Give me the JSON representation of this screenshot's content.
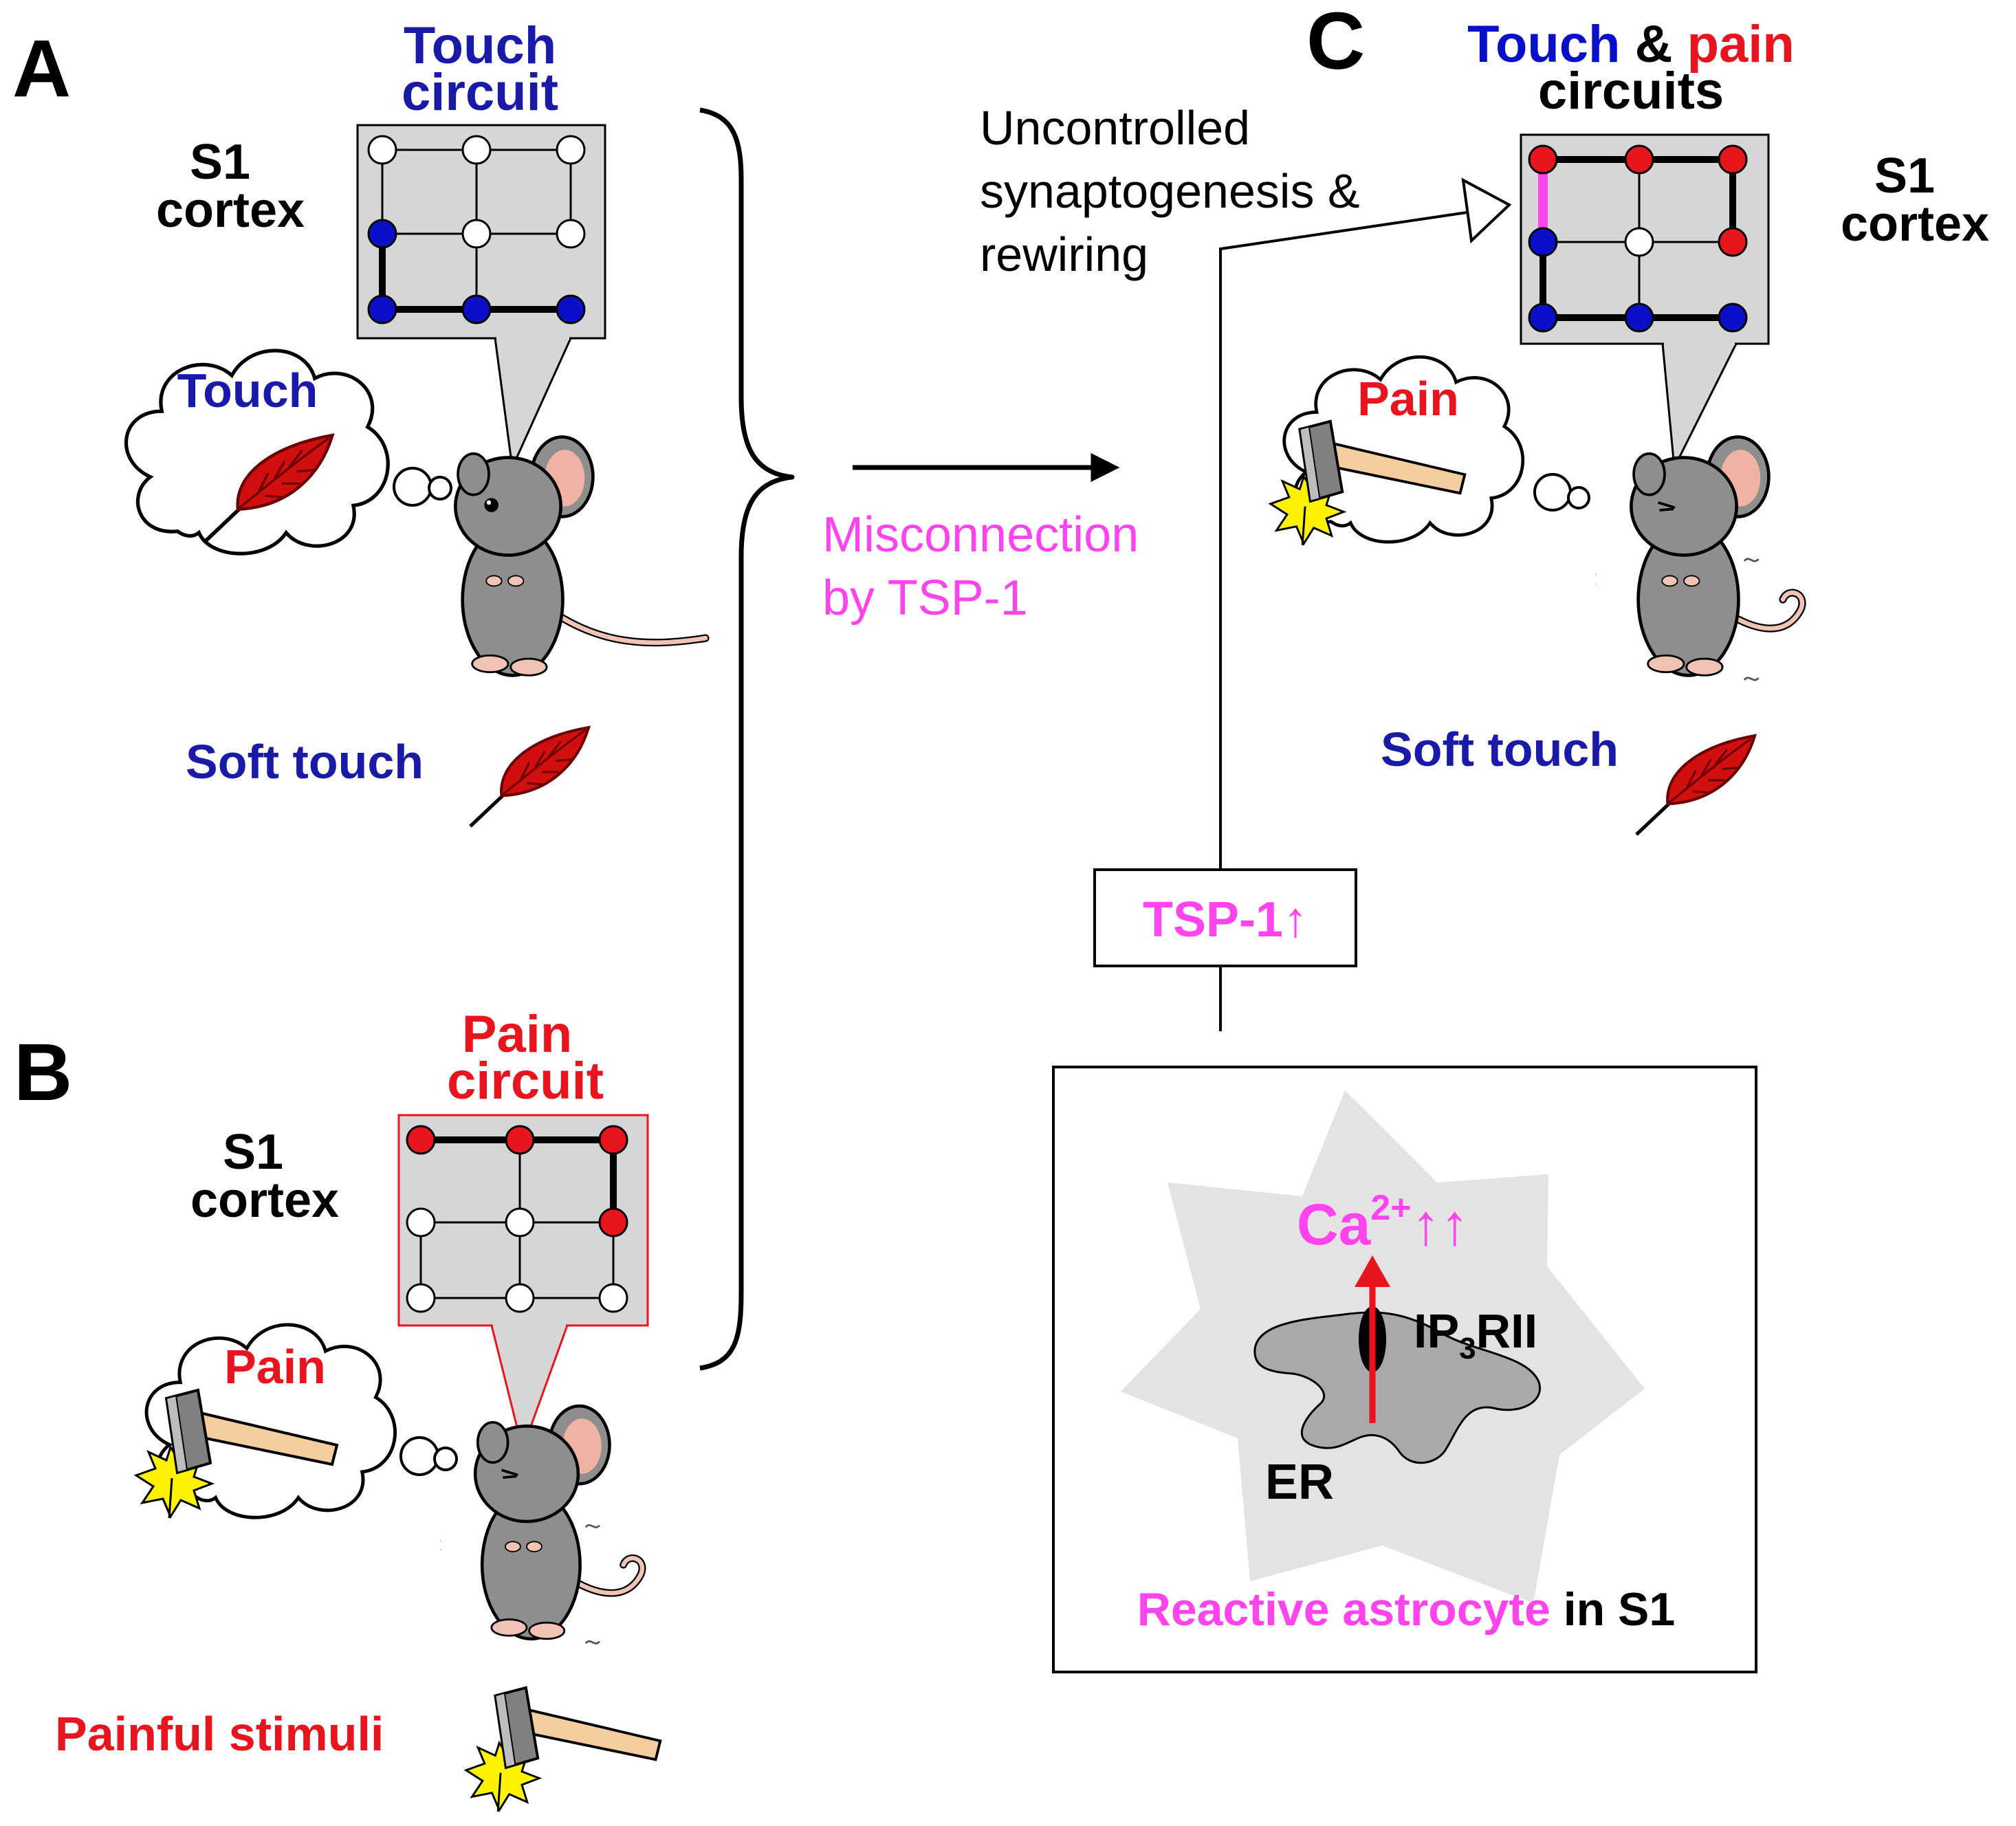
{
  "panels": {
    "a": {
      "letter": "A",
      "circuit_title_line1": "Touch",
      "circuit_title_line2": "circuit",
      "region_line1": "S1",
      "region_line2": "cortex",
      "thought": "Touch",
      "stimulus": "Soft touch"
    },
    "b": {
      "letter": "B",
      "circuit_title_line1": "Pain",
      "circuit_title_line2": "circuit",
      "region_line1": "S1",
      "region_line2": "cortex",
      "thought": "Pain",
      "stimulus": "Painful stimuli"
    },
    "c": {
      "letter": "C",
      "title_touch": "Touch",
      "title_amp": " & ",
      "title_pain": "pain",
      "title_line2": "circuits",
      "region_line1": "S1",
      "region_line2": "cortex",
      "thought": "Pain",
      "stimulus": "Soft touch",
      "rewire_line1": "Uncontrolled",
      "rewire_line2": "synaptogenesis &",
      "rewire_line3": "rewiring"
    }
  },
  "arrow_label_line1": "Misconnection",
  "arrow_label_line2": "by TSP-1",
  "tsp_box": "TSP-1↑",
  "astrocyte": {
    "ca_base": "Ca",
    "ca_sup": "2+",
    "ca_arrows": "↑↑",
    "channel_base": "IP",
    "channel_sub": "3",
    "channel_rest": "RII",
    "er": "ER",
    "caption_colored": "Reactive astrocyte",
    "caption_rest": " in S1"
  },
  "colors": {
    "touch_blue": "#0a10c8",
    "touch_text": "#1a1aa8",
    "pain_red": "#e8141e",
    "magenta": "#ff44ee",
    "circuit_gray": "#d6d6d6",
    "mouse_gray": "#8e8e8e",
    "astro_gray": "#e3e3e3",
    "er_gray": "#a9a9a9",
    "feather_red": "#d20f0f",
    "spark_yellow": "#fff200"
  }
}
